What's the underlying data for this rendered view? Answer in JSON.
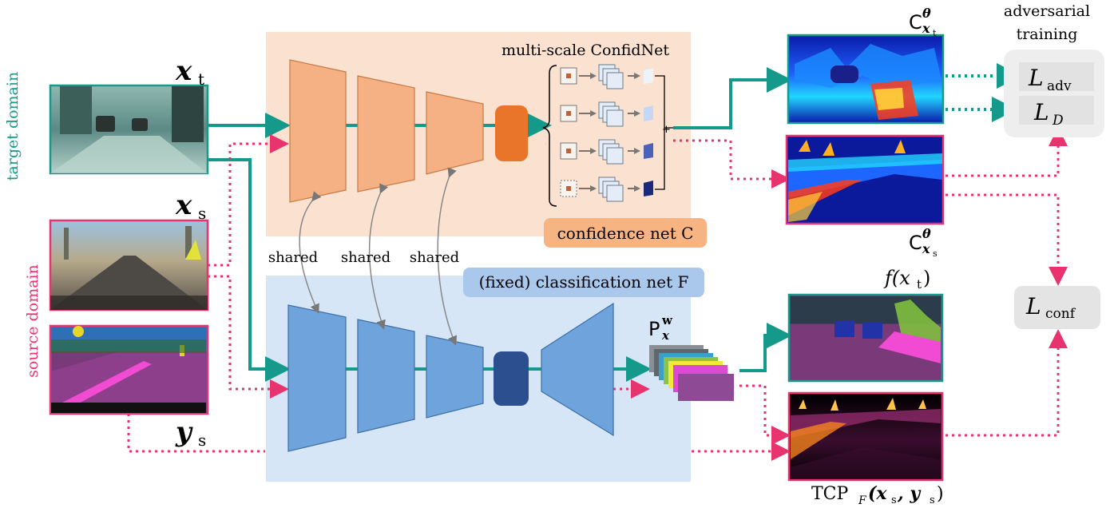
{
  "labels": {
    "target_domain": "target domain",
    "source_domain": "source domain",
    "x_t": "x",
    "x_t_sub": "t",
    "x_s": "x",
    "x_s_sub": "s",
    "y_s": "y",
    "y_s_sub": "s",
    "multiscale": "multi-scale ConfidNet",
    "confidence_net": "confidence net C",
    "classification_net": "(fixed) classification net F",
    "shared": "shared",
    "adversarial_line1": "adversarial",
    "adversarial_line2": "training",
    "L_adv_main": "L",
    "L_adv_sub": "adv",
    "L_D_main": "L",
    "L_D_sub": "D",
    "L_conf_main": "L",
    "L_conf_sub": "conf",
    "C_xt_main": "C",
    "C_sup": "θ",
    "C_xt_sub": "x",
    "C_xt_subsub": "t",
    "C_xs_main": "C",
    "C_xs_sub": "x",
    "C_xs_subsub": "s",
    "f_xt": "f(x",
    "f_xt_sub": "t",
    "f_xt_close": ")",
    "P_main": "P",
    "P_sup": "w",
    "P_sub": "x",
    "TCP_main": "TCP",
    "TCP_sub": "F",
    "TCP_args": "(x",
    "TCP_s1": "s",
    "TCP_mid": ", y",
    "TCP_s2": "s",
    "TCP_close": ")"
  },
  "colors": {
    "teal": "#14998a",
    "pink": "#e8336e",
    "orange_panel": "#fbe2d0",
    "blue_panel": "#d6e6f6",
    "orange_block": "#f5b184",
    "blue_block": "#6fa3dc",
    "dark_orange": "#e87529",
    "dark_blue": "#2c4f8f",
    "label_orange": "#f6b483",
    "label_blue": "#a9c8ec",
    "loss_box": "#e6e6e6"
  }
}
